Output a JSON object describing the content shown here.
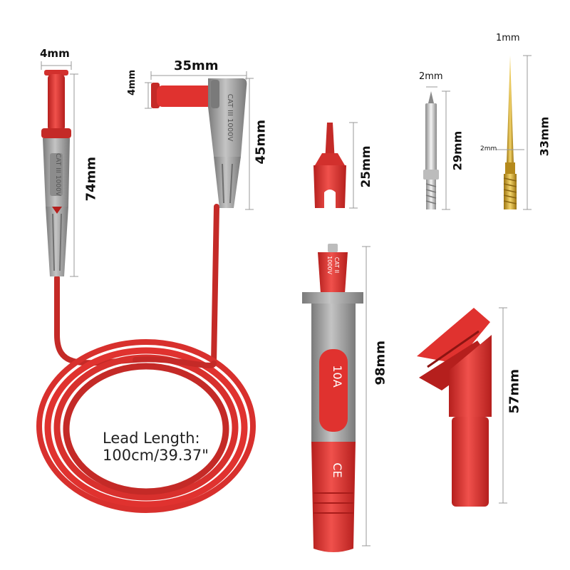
{
  "colors": {
    "red": "#e0322f",
    "red_dark": "#b51f1d",
    "grey": "#9a9a9a",
    "grey_dark": "#6e6e6e",
    "gold": "#d4a72c",
    "silver": "#c9c9c9"
  },
  "banana_straight": {
    "width_label": "4mm",
    "length_label": "74mm",
    "housing_text": "CAT III 1000V"
  },
  "banana_angled": {
    "width_label": "35mm",
    "plug_label": "4mm",
    "height_label": "45mm",
    "housing_text": "CAT III 1000V"
  },
  "sleeve": {
    "length_label": "25mm"
  },
  "pin_silver": {
    "tip_label": "2mm",
    "length_label": "29mm"
  },
  "pin_gold": {
    "tip_label": "1mm",
    "shank_label": "2mm",
    "length_label": "33mm"
  },
  "probe": {
    "length_label": "98mm",
    "rating_text": "10A",
    "cat_text": "CAT II",
    "volt_text": "1000V",
    "ce_text": "CE"
  },
  "alligator": {
    "length_label": "57mm"
  },
  "cable": {
    "lead_line1": "Lead Length:",
    "lead_line2": "100cm/39.37\""
  }
}
